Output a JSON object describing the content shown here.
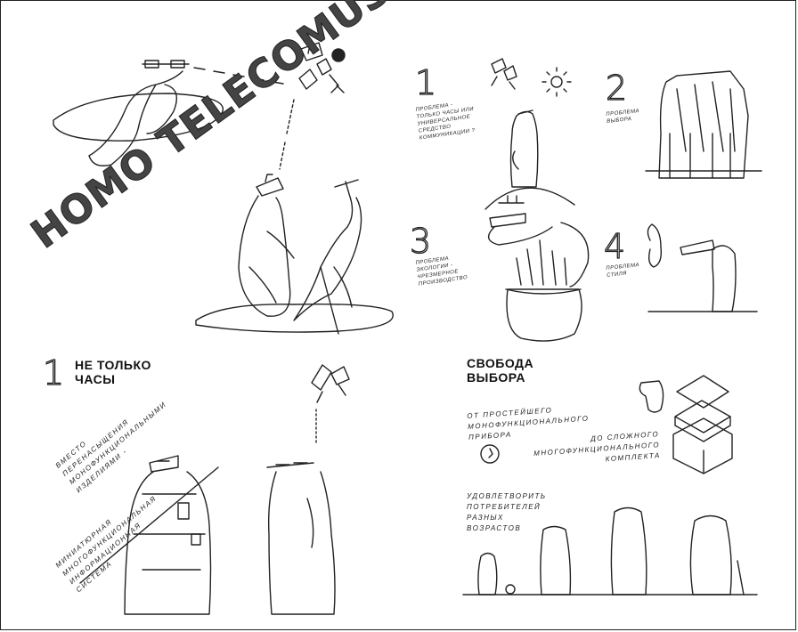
{
  "title": "HOMO TELECOMUS",
  "panels": {
    "p1": {
      "num": "1",
      "caption": "ПРОБЛЕМА -\nТОЛЬКО ЧАСЫ ИЛИ\nУНИВЕРСАЛЬНОЕ\nСРЕДСТВО\nКОММУНИКАЦИИ ?"
    },
    "p2": {
      "num": "2",
      "caption": "ПРОБЛЕМА\nВЫБОРА"
    },
    "p3": {
      "num": "3",
      "caption": "ПРОБЛЕМА\nЭКОЛОГИИ -\nЧРЕЗМЕРНОЕ\nПРОИЗВОДСТВО"
    },
    "p4": {
      "num": "4",
      "caption": "ПРОБЛЕМА\nСТИЛЯ"
    }
  },
  "section1": {
    "num": "1",
    "heading": "НЕ ТОЛЬКО\nЧАСЫ",
    "text_a": "ВМЕСТО\nПЕРЕНАСЫЩЕНИЯ\nМОНОФУНКЦИОНАЛЬНЫМИ\nИЗДЕЛИЯМИ -",
    "text_b": "МИНИАТЮРНАЯ\nМНОГОФУНКЦИОНАЛЬНАЯ\nИНФОРМАЦИОННАЯ\nСИСТЕМА"
  },
  "section2": {
    "heading": "СВОБОДА\nВЫБОРА",
    "from_text": "ОТ ПРОСТЕЙШЕГО\nМОНОФУНКЦИОНАЛЬНОГО\nПРИБОРА",
    "to_text": "ДО СЛОЖНОГО\nМНОГОФУНКЦИОНАЛЬНОГО\nКОМПЛЕКТА",
    "satisfy_text": "УДОВЛЕТВОРИТЬ\nПОТРЕБИТЕЛЕЙ\nРАЗНЫХ\nВОЗРАСТОВ"
  },
  "colors": {
    "ink": "#222222",
    "paper": "#ffffff",
    "title_fill": "#444444"
  },
  "icons": [
    "sun-icon",
    "satellite-icon"
  ]
}
